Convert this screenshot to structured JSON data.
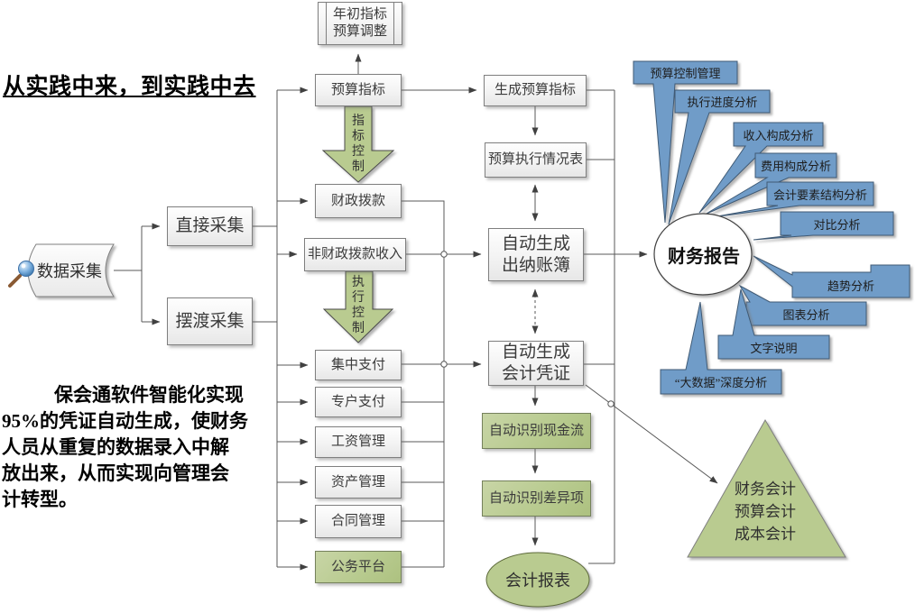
{
  "title": "从实践中来，到实践中去",
  "paragraph_lines": [
    "保会通软件智能化实现",
    "95%的凭证自动生成，使财务",
    "人员从重复的数据录入中解",
    "放出来，从而实现向管理会",
    "计转型。"
  ],
  "nodes": {
    "data_collection": "数据采集",
    "direct_collection": "直接采集",
    "ferry_collection": "摆渡采集",
    "year_adjust_line1": "年初指标",
    "year_adjust_line2": "预算调整",
    "budget_index": "预算指标",
    "generate_budget_index": "生成预算指标",
    "budget_execution_table": "预算执行情况表",
    "fiscal_appropriation": "财政拨款",
    "non_fiscal_income": "非财政拨款收入",
    "centralized_payment": "集中支付",
    "special_account_payment": "专户支付",
    "salary_management": "工资管理",
    "asset_management": "资产管理",
    "contract_management": "合同管理",
    "public_platform": "公务平台",
    "auto_cashier_line1": "自动生成",
    "auto_cashier_line2": "出纳账簿",
    "auto_voucher_line1": "自动生成",
    "auto_voucher_line2": "会计凭证",
    "auto_cashflow": "自动识别现金流",
    "auto_difference": "自动识别差异项",
    "accounting_report": "会计报表",
    "financial_report": "财务报告",
    "triangle_line1": "财务会计",
    "triangle_line2": "预算会计",
    "triangle_line3": "成本会计"
  },
  "flow_labels": {
    "index_control": "指标控制",
    "exec_control": "执行控制"
  },
  "callouts": [
    "预算控制管理",
    "执行进度分析",
    "收入构成分析",
    "费用构成分析",
    "会计要素结构分析",
    "对比分析",
    "趋势分析",
    "图表分析",
    "文字说明",
    "“大数据”深度分析"
  ],
  "colors": {
    "callout_blue": "#6f9cc8",
    "shape_green": "#b9cb90",
    "connector_gray": "#595959",
    "box_border_gray": "#7f7f7f"
  }
}
